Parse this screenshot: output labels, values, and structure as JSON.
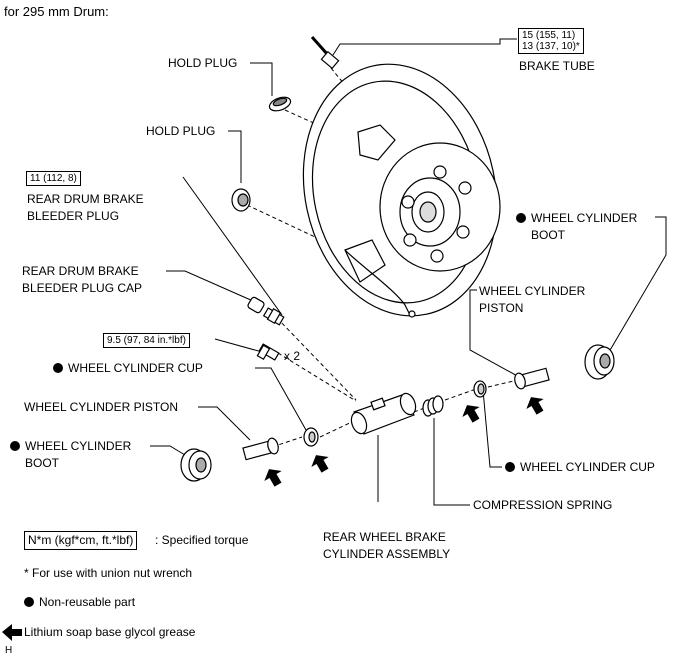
{
  "title": "for 295 mm Drum:",
  "torques": {
    "brake_tube_line1": "15 (155, 11)",
    "brake_tube_line2": "13 (137, 10)*",
    "bleeder_plug": "11 (112, 8)",
    "bolt": "9.5 (97, 84 in.*lbf)"
  },
  "labels": {
    "brake_tube": "BRAKE TUBE",
    "hold_plug_top": "HOLD PLUG",
    "hold_plug_mid": "HOLD PLUG",
    "bleeder_plug_line1": "REAR DRUM BRAKE",
    "bleeder_plug_line2": "BLEEDER PLUG",
    "bleeder_cap_line1": "REAR DRUM BRAKE",
    "bleeder_cap_line2": "BLEEDER PLUG CAP",
    "bolt_qty": "x 2",
    "wc_boot_right_line1": "WHEEL CYLINDER",
    "wc_boot_right_line2": "BOOT",
    "wc_piston_right_line1": "WHEEL CYLINDER",
    "wc_piston_right_line2": "PISTON",
    "wc_cup_left": "WHEEL CYLINDER CUP",
    "wc_piston_left": "WHEEL CYLINDER PISTON",
    "wc_boot_left_line1": "WHEEL CYLINDER",
    "wc_boot_left_line2": "BOOT",
    "wc_cup_right": "WHEEL CYLINDER CUP",
    "compression_spring": "COMPRESSION SPRING",
    "assembly_line1": "REAR WHEEL BRAKE",
    "assembly_line2": "CYLINDER ASSEMBLY"
  },
  "legend": {
    "torque_box": "N*m (kgf*cm, ft.*lbf)",
    "torque_desc": ": Specified torque",
    "union_note": "* For use with union nut wrench",
    "non_reusable": "Non-reusable part",
    "grease": "Lithium soap base glycol grease"
  },
  "footer_code": "H"
}
